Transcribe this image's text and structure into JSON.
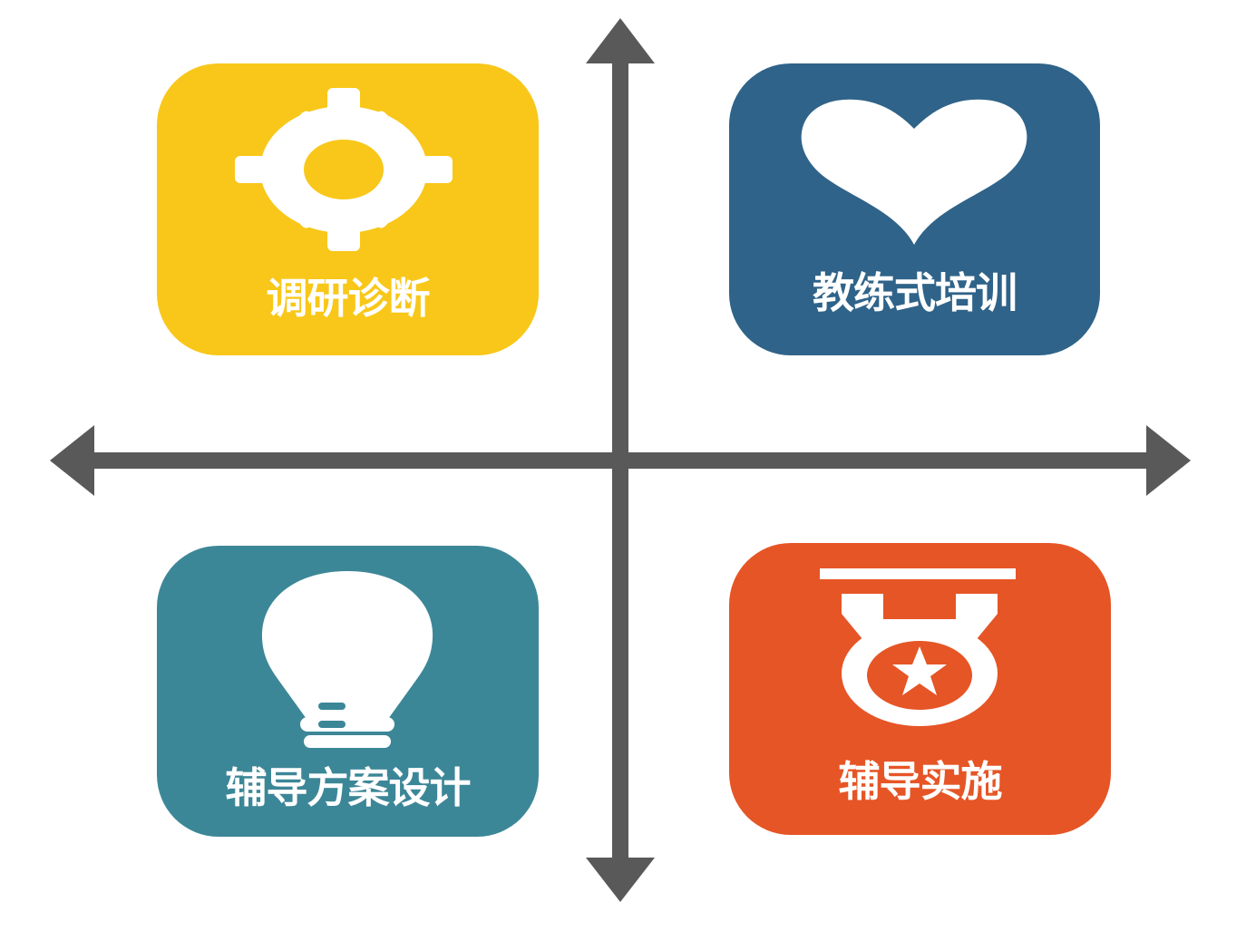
{
  "colors": {
    "axis": "#595959",
    "research_bg": "#F8C719",
    "coaching_bg": "#2F6389",
    "design_bg": "#3C8797",
    "implement_bg": "#E65526",
    "icon": "#FFFFFF"
  },
  "quadrants": [
    {
      "id": "research",
      "label": "调研诊断",
      "icon": "gear-icon"
    },
    {
      "id": "coaching",
      "label": "教练式培训",
      "icon": "heart-icon"
    },
    {
      "id": "design",
      "label": "辅导方案设计",
      "icon": "lightbulb-icon"
    },
    {
      "id": "implement",
      "label": "辅导实施",
      "icon": "medal-icon"
    }
  ]
}
